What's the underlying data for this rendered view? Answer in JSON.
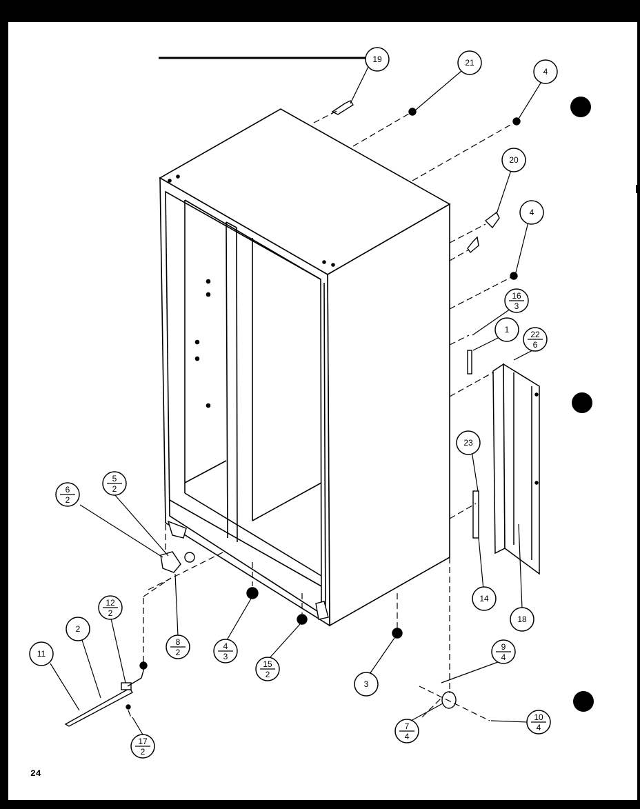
{
  "page_number": "24",
  "callouts": [
    {
      "id": "c19",
      "label": "19"
    },
    {
      "id": "c21",
      "label": "21"
    },
    {
      "id": "c4a",
      "label": "4"
    },
    {
      "id": "c20",
      "label": "20"
    },
    {
      "id": "c4b",
      "label": "4"
    },
    {
      "id": "c1",
      "label": "1"
    },
    {
      "id": "c23",
      "label": "23"
    },
    {
      "id": "c14",
      "label": "14"
    },
    {
      "id": "c18",
      "label": "18"
    },
    {
      "id": "c3",
      "label": "3"
    },
    {
      "id": "c2",
      "label": "2"
    },
    {
      "id": "c11",
      "label": "11"
    }
  ],
  "fraction_callouts": [
    {
      "id": "f6_2",
      "top": "6",
      "bottom": "2"
    },
    {
      "id": "f5_2",
      "top": "5",
      "bottom": "2"
    },
    {
      "id": "f16_3",
      "top": "16",
      "bottom": "3"
    },
    {
      "id": "f22_6",
      "top": "22",
      "bottom": "6"
    },
    {
      "id": "f12_2",
      "top": "12",
      "bottom": "2"
    },
    {
      "id": "f8_2",
      "top": "8",
      "bottom": "2"
    },
    {
      "id": "f4_3",
      "top": "4",
      "bottom": "3"
    },
    {
      "id": "f15_2",
      "top": "15",
      "bottom": "2"
    },
    {
      "id": "f9_4",
      "top": "9",
      "bottom": "4"
    },
    {
      "id": "f7_4",
      "top": "7",
      "bottom": "4"
    },
    {
      "id": "f10_4",
      "top": "10",
      "bottom": "4"
    },
    {
      "id": "f17_2",
      "top": "17",
      "bottom": "2"
    }
  ]
}
